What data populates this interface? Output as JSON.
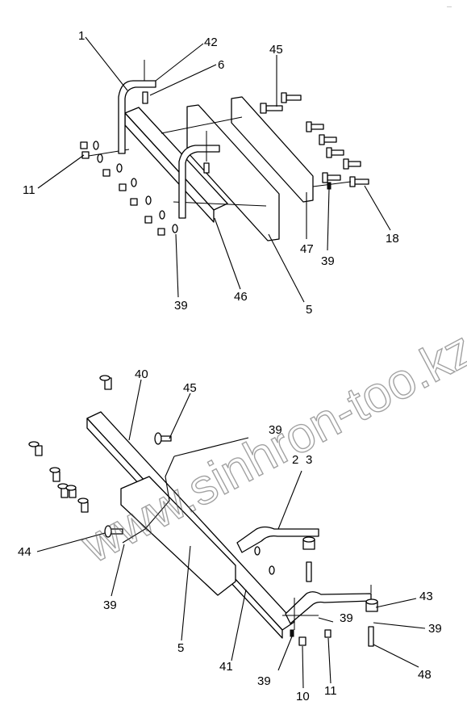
{
  "top_assembly": {
    "labels": [
      "1",
      "42",
      "6",
      "45",
      "11",
      "47",
      "18",
      "39",
      "46",
      "39",
      "5"
    ]
  },
  "bottom_assembly": {
    "labels": [
      "40",
      "45",
      "39",
      "2",
      "3",
      "44",
      "39",
      "5",
      "41",
      "43",
      "39",
      "39",
      "39",
      "10",
      "11",
      "48"
    ]
  },
  "watermark": "www.sinhron-too.kz",
  "corner_mark": "—"
}
